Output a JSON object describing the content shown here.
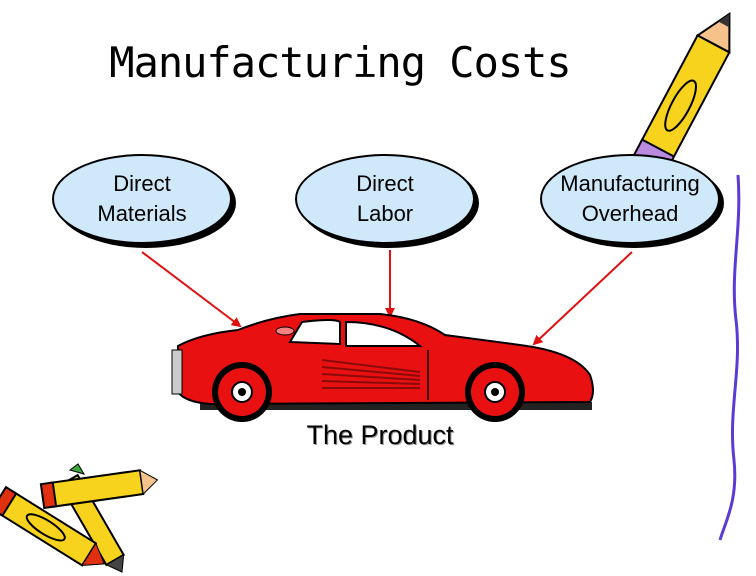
{
  "title": "Manufacturing Costs",
  "bubbles": [
    {
      "line1": "Direct",
      "line2": "Materials"
    },
    {
      "line1": "Direct",
      "line2": "Labor"
    },
    {
      "line1": "Manufacturing",
      "line2": "Overhead"
    }
  ],
  "caption": "The Product",
  "colors": {
    "bubble_fill": "#cfe8fa",
    "arrow": "#e01010",
    "car_body": "#e81010",
    "pencil": "#f7d31e",
    "side_line": "#5a3bd6"
  },
  "icons": [
    "red-sports-car-icon",
    "pencil-icon",
    "crayons-icon",
    "scribble-line-icon"
  ]
}
